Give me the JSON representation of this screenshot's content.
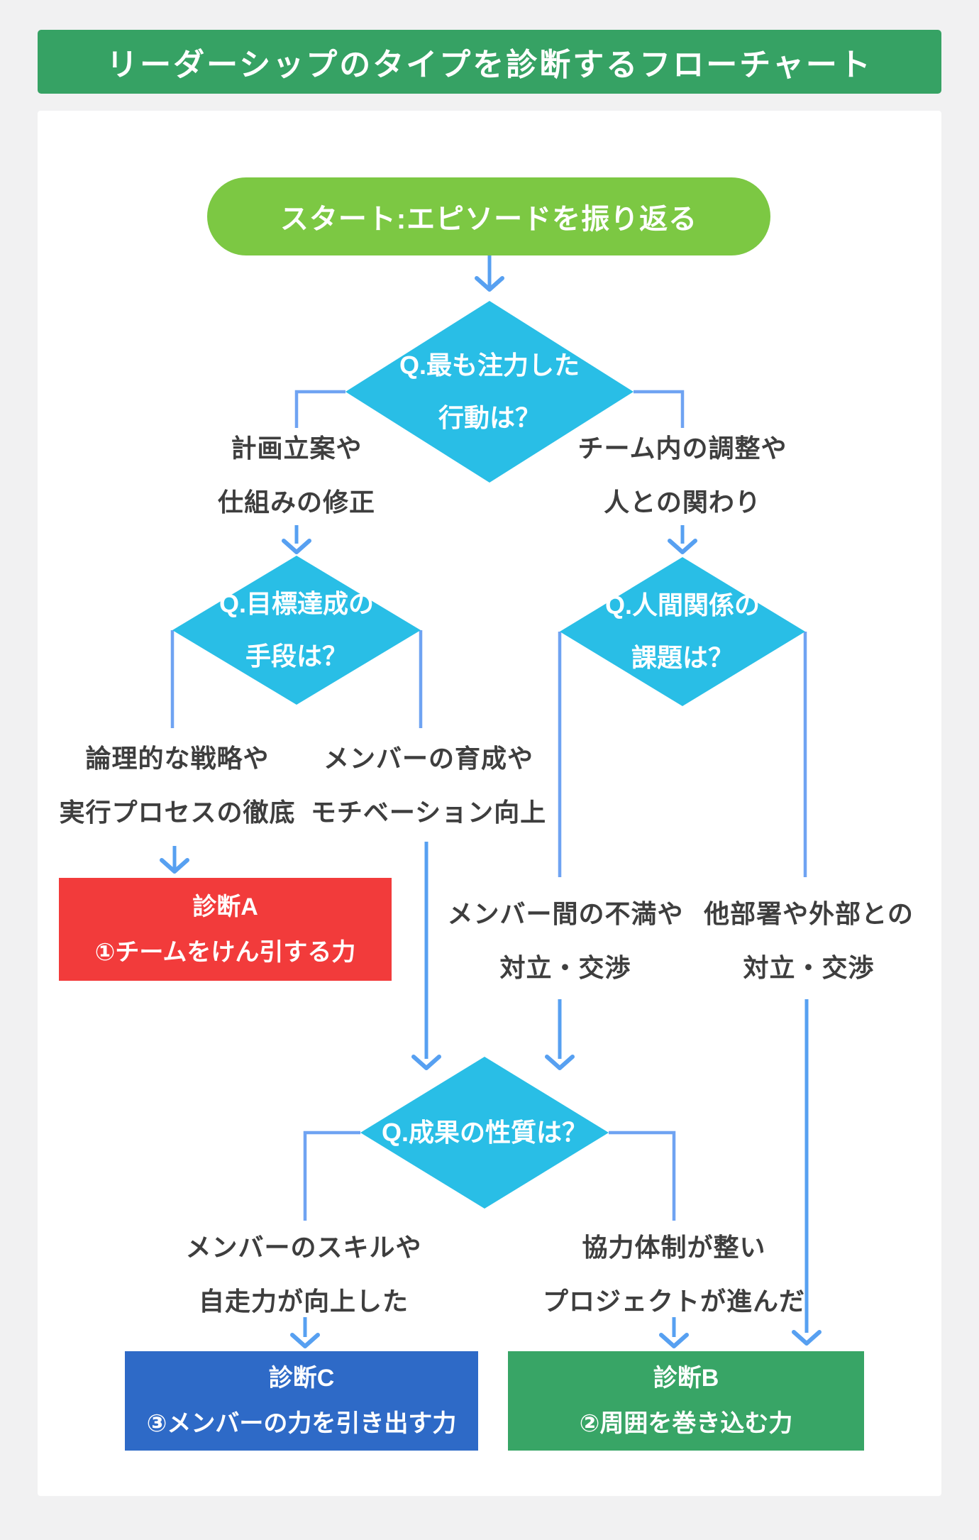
{
  "title": "リーダーシップのタイプを診断するフローチャート",
  "colors": {
    "page_background": "#f1f1f2",
    "card_background": "#ffffff",
    "title_bar_green": "#36a264",
    "start_pill_green": "#7cc843",
    "question_diamond_cyan": "#29bee6",
    "connector_blue": "#6fa3f2",
    "arrow_blue": "#57a0f1",
    "result_a_red": "#f23b3b",
    "result_b_green": "#38a566",
    "result_c_blue": "#2e6ac7",
    "label_text": "#3e3e3e"
  },
  "flow": {
    "start": "スタート:エピソードを振り返る",
    "q1": {
      "l1": "Q.最も注力した",
      "l2": "行動は？"
    },
    "q2": {
      "l1": "Q.目標達成の",
      "l2": "手段は？"
    },
    "q3": {
      "l1": "Q.人間関係の",
      "l2": "課題は？"
    },
    "q4": {
      "l1": "Q.成果の性質は？"
    },
    "branch": {
      "plan": {
        "l1": "計画立案や",
        "l2": "仕組みの修正"
      },
      "team": {
        "l1": "チーム内の調整や",
        "l2": "人との関わり"
      },
      "logic": {
        "l1": "論理的な戦略や",
        "l2": "実行プロセスの徹底"
      },
      "nurture": {
        "l1": "メンバーの育成や",
        "l2": "モチベーション向上"
      },
      "internal": {
        "l1": "メンバー間の不満や",
        "l2": "対立・交渉"
      },
      "external": {
        "l1": "他部署や外部との",
        "l2": "対立・交渉"
      },
      "skill": {
        "l1": "メンバーのスキルや",
        "l2": "自走力が向上した"
      },
      "coop": {
        "l1": "協力体制が整い",
        "l2": "プロジェクトが進んだ"
      }
    },
    "results": {
      "a": {
        "name": "診断A",
        "desc": "①チームをけん引する力"
      },
      "b": {
        "name": "診断B",
        "desc": "②周囲を巻き込む力"
      },
      "c": {
        "name": "診断C",
        "desc": "③メンバーの力を引き出す力"
      }
    }
  }
}
